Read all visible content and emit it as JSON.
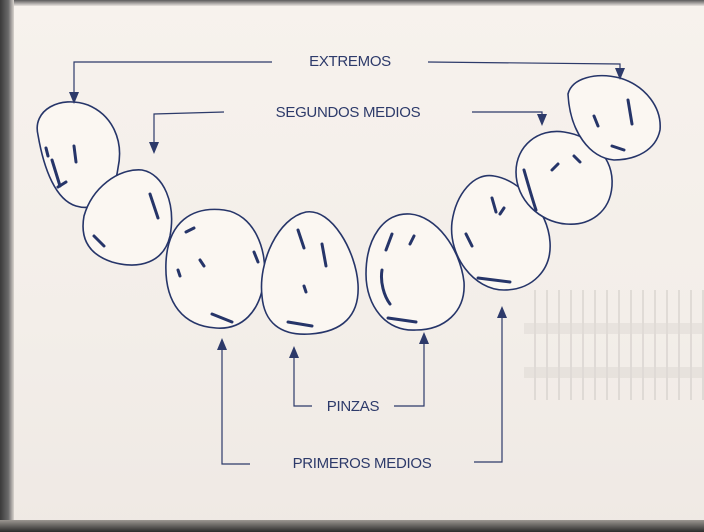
{
  "labels": {
    "extremos": "EXTREMOS",
    "segundos_medios": "SEGUNDOS MEDIOS",
    "pinzas": "PINZAS",
    "primeros_medios": "PRIMEROS MEDIOS"
  },
  "colors": {
    "ink": "#263569",
    "paper": "#f6f1ec"
  }
}
